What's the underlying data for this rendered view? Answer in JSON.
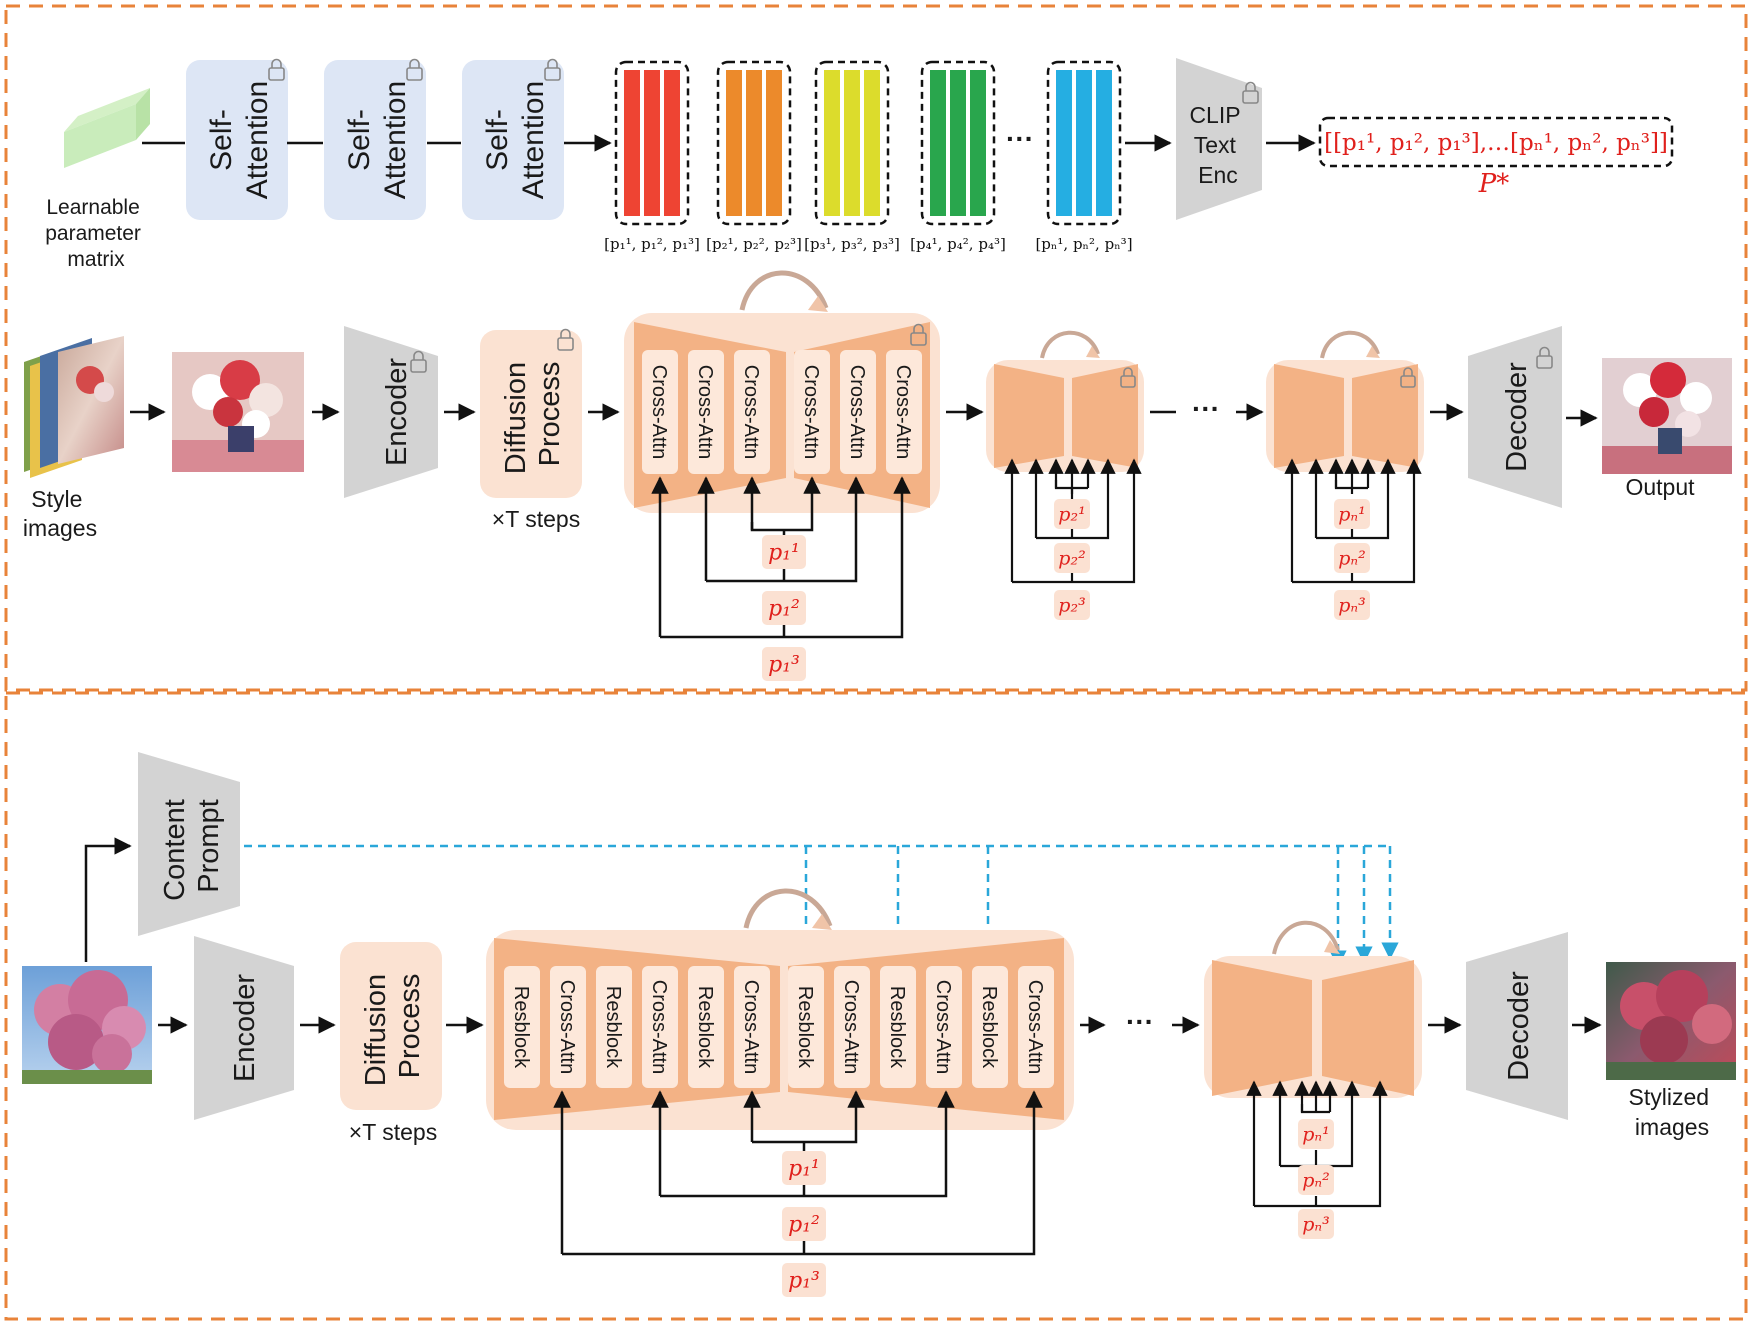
{
  "training": {
    "learnable_label": [
      "Learnable",
      "parameter",
      "matrix"
    ],
    "self_attention_label": [
      "Self-",
      "Attention"
    ],
    "token_groups": [
      {
        "color": "#ee4433",
        "caption": "[p₁¹, p₁², p₁³]"
      },
      {
        "color": "#ec8a2b",
        "caption": "[p₂¹, p₂², p₂³]"
      },
      {
        "color": "#dcdc2c",
        "caption": "[p₃¹, p₃², p₃³]"
      },
      {
        "color": "#29a64d",
        "caption": "[p₄¹, p₄², p₄³]"
      },
      {
        "color": "#25aee2",
        "caption": "[pₙ¹, pₙ², pₙ³]"
      }
    ],
    "ellipsis": "···",
    "clip_label": [
      "CLIP",
      "Text",
      "Enc"
    ],
    "prompt_set": "[[p₁¹, p₁², p₁³],…[pₙ¹, pₙ², pₙ³]]",
    "prompt_symbol": "P*",
    "style_images_label": [
      "Style",
      "images"
    ],
    "encoder_label": "Encoder",
    "diffusion_label": [
      "Diffusion",
      "Process"
    ],
    "steps_label": "×T steps",
    "cross_attn_label": "Cross-Attn",
    "decoder_label": "Decoder",
    "output_label": "Output",
    "tokens_unet1": [
      "p₁¹",
      "p₁²",
      "p₁³"
    ],
    "tokens_unet2": [
      "p₂¹",
      "p₂²",
      "p₂³"
    ],
    "tokens_unetn": [
      "pₙ¹",
      "pₙ²",
      "pₙ³"
    ]
  },
  "inference": {
    "content_prompt_label": [
      "Content",
      "Prompt"
    ],
    "encoder_label": "Encoder",
    "diffusion_label": [
      "Diffusion",
      "Process"
    ],
    "steps_label": "×T steps",
    "unet_blocks": [
      "Resblock",
      "Cross-Attn",
      "Resblock",
      "Cross-Attn",
      "Resblock",
      "Cross-Attn",
      "Resblock",
      "Cross-Attn",
      "Resblock",
      "Cross-Attn",
      "Resblock",
      "Cross-Attn"
    ],
    "decoder_label": "Decoder",
    "stylized_label": [
      "Stylized",
      "images"
    ],
    "tokens_unet1": [
      "p₁¹",
      "p₁²",
      "p₁³"
    ],
    "tokens_unetn": [
      "pₙ¹",
      "pₙ²",
      "pₙ³"
    ]
  },
  "colors": {
    "dash_border": "#e8833a",
    "unet_bg": "#fbe2d2",
    "unet_fill": "#f3b285",
    "unet_block": "#fde8da",
    "attention_blue": "#dde6f5",
    "grey_block": "#d3d3d3",
    "token_bg": "#fbe1d2",
    "token_red": "#e0201c",
    "cyan_dash": "#2aa7d9"
  }
}
